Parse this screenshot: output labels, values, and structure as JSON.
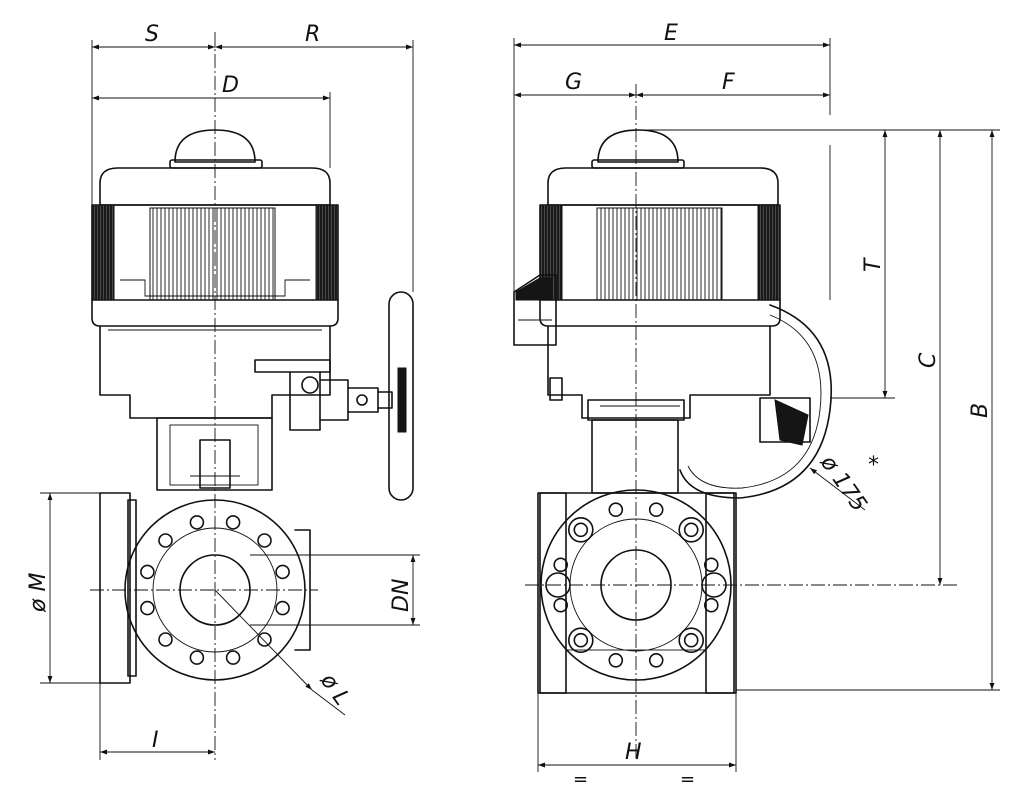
{
  "dimension_labels": {
    "S": "S",
    "R": "R",
    "D": "D",
    "E": "E",
    "G": "G",
    "F": "F",
    "T": "T",
    "C": "C",
    "B": "B",
    "M": "ø M",
    "DN": "DN",
    "L": "ø L",
    "I": "I",
    "H": "H",
    "handwheel_diameter": "ø 175",
    "asterisk": "*",
    "equal_left": "=",
    "equal_right": "="
  }
}
